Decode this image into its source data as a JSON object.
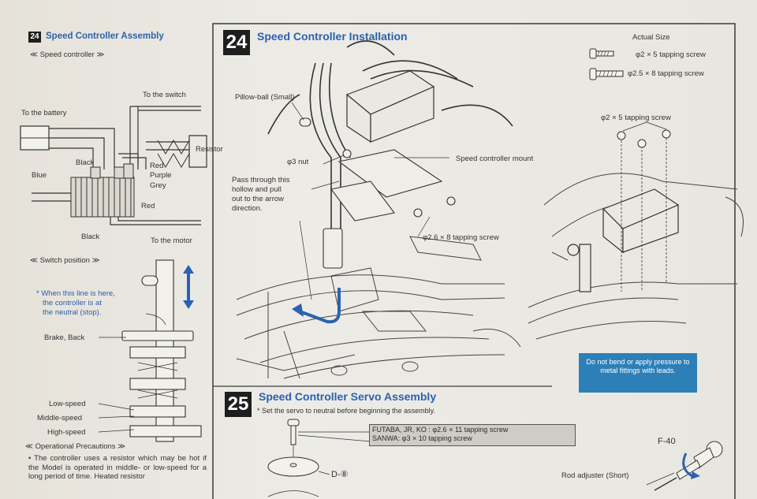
{
  "left": {
    "step_num": "24",
    "title": "Speed Controller Assembly",
    "subtitle": "≪ Speed controller ≫",
    "labels": {
      "to_switch": "To the switch",
      "to_battery": "To the battery",
      "resistor": "Resistor",
      "black1": "Black",
      "red1": "Red",
      "purple": "Purple",
      "grey": "Grey",
      "blue": "Blue",
      "red2": "Red",
      "black2": "Black",
      "to_motor": "To the motor"
    },
    "switch_title": "≪ Switch position ≫",
    "note_lines": [
      "* When this line is here,",
      "the controller is at",
      "the neutral (stop)."
    ],
    "brake": "Brake, Back",
    "low": "Low-speed",
    "middle": "Middle-speed",
    "high": "High-speed",
    "precautions_title": "≪ Operational Precautions ≫",
    "precaution_text": "• The controller uses a resistor which may be hot if the Model is operated in middle- or low-speed for a long period of time. Heated resistor"
  },
  "step24": {
    "num": "24",
    "title": "Speed Controller Installation",
    "pillow": "Pillow-ball (Small)",
    "nut": "φ3 nut",
    "mount": "Speed controller mount",
    "pass_lines": [
      "Pass through this",
      "hollow and pull",
      "out to the arrow",
      "direction."
    ],
    "screw": "φ2.6 × 8 tapping screw",
    "actual_size": "Actual Size",
    "scr1": "φ2 × 5 tapping screw",
    "scr2": "φ2.5 × 8 tapping screw",
    "scr3": "φ2 × 5 tapping screw",
    "warning": "Do not bend or apply pressure to metal fittings with leads."
  },
  "step25": {
    "num": "25",
    "title": "Speed Controller Servo Assembly",
    "note": "* Set the servo to neutral before beginning the assembly.",
    "box_line1": "FUTABA, JR, KO : φ2.6 × 11 tapping screw",
    "box_line2": "SANWA: φ3 × 10 tapping screw",
    "part": "D-⑧",
    "f40": "F-40",
    "rod": "Rod adjuster (Short)"
  },
  "colors": {
    "heading": "#2a62b0",
    "warning_bg": "#2d7fb8",
    "arrow": "#2a62b0"
  }
}
